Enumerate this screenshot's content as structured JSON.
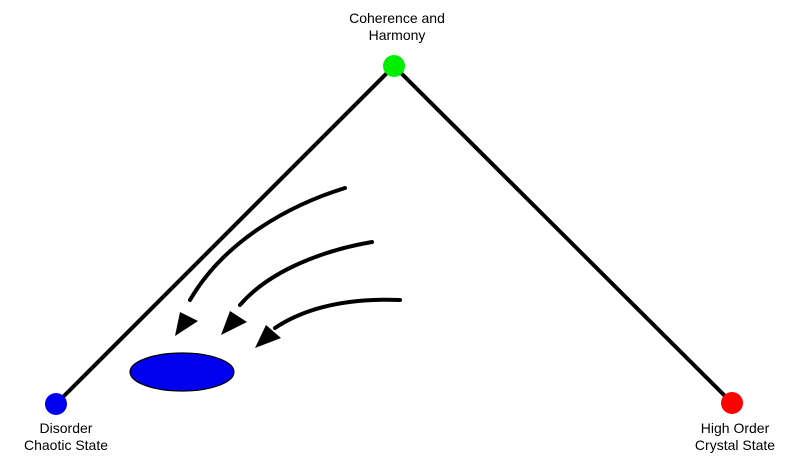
{
  "nodes": {
    "top": {
      "line1": "Coherence and",
      "line2": "Harmony",
      "color": "#00ee00"
    },
    "left": {
      "line1": "Disorder",
      "line2": "Chaotic State",
      "color": "#0000ee"
    },
    "right": {
      "line1": "High Order",
      "line2": "Crystal State",
      "color": "#ff0000"
    }
  },
  "attractor": {
    "color": "#0000ee"
  },
  "arrows": {
    "count": 3,
    "color": "#000000"
  }
}
